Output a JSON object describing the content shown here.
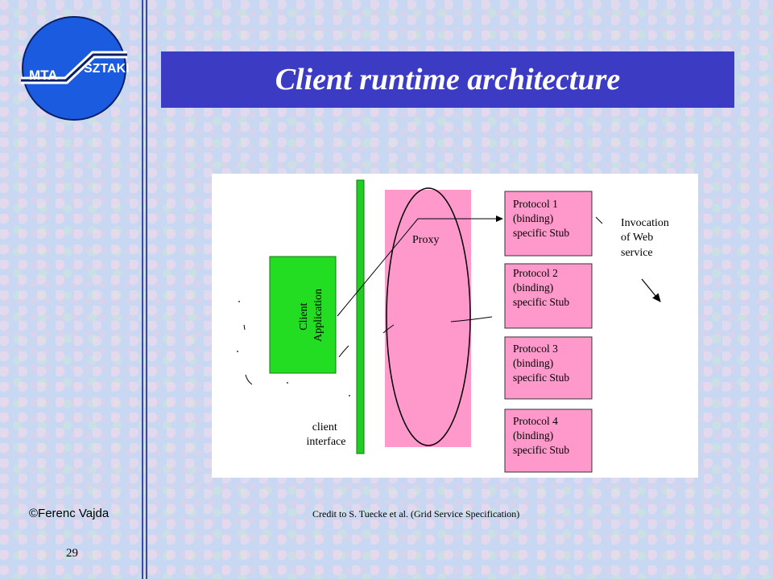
{
  "logo": {
    "left_text": "MTA",
    "right_text": "SZTAKI"
  },
  "title": "Client runtime architecture",
  "diagram": {
    "client_application": "Client Application",
    "proxy": "Proxy",
    "client_interface": [
      "client",
      "interface"
    ],
    "stubs": [
      [
        "Protocol 1",
        "(binding)",
        "specific Stub"
      ],
      [
        "Protocol 2",
        "(binding)",
        "specific Stub"
      ],
      [
        "Protocol 3",
        "(binding)",
        "specific Stub"
      ],
      [
        "Protocol 4",
        "(binding)",
        "specific Stub"
      ]
    ],
    "invocation": [
      "Invocation",
      "of Web",
      "service"
    ],
    "colors": {
      "client_app": "#22dd22",
      "proxy": "#ff99cc",
      "stub": "#ff99cc",
      "interface": "#22cc22"
    }
  },
  "footer": {
    "author": "©Ferenc Vajda",
    "credit": "Credit to S. Tuecke et al. (Grid Service Specification)",
    "page": "29"
  }
}
